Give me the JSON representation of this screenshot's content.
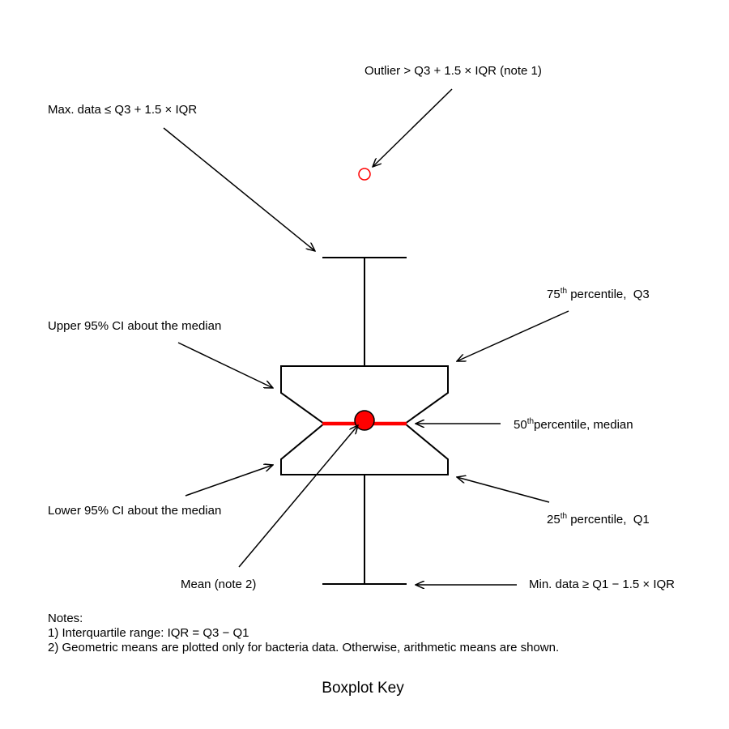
{
  "title": "Boxplot Key",
  "colors": {
    "ink": "#000000",
    "accent": "#ff0000"
  },
  "labels": {
    "outlier": "Outlier > Q3 + 1.5 × IQR (note 1)",
    "max": "Max. data ≤ Q3 + 1.5 × IQR",
    "q3": {
      "num": "75",
      "sup": "th",
      "rest": " percentile,  Q3"
    },
    "upper_ci": "Upper 95% CI about the median",
    "median": {
      "num": "50",
      "sup": "th",
      "rest": "percentile, median"
    },
    "lower_ci": "Lower 95% CI about the median",
    "q1": {
      "num": "25",
      "sup": "th",
      "rest": " percentile,  Q1"
    },
    "mean": "Mean (note 2)",
    "min": "Min. data ≥ Q1 − 1.5 × IQR"
  },
  "notes": {
    "heading": "Notes:",
    "items": [
      "1) Interquartile range: IQR = Q3 − Q1",
      "2) Geometric means are plotted only for bacteria data. Otherwise, arithmetic means are shown."
    ]
  }
}
